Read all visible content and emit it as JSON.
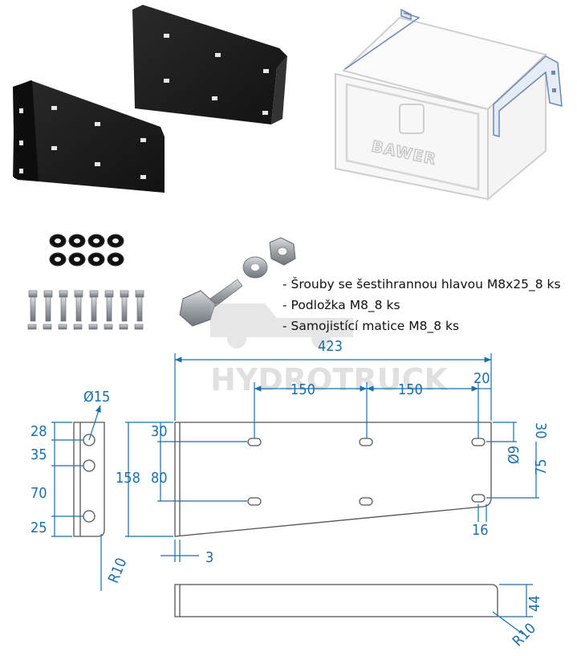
{
  "watermark": "HYDROTRUCK",
  "box_logo": "BAWER",
  "hardware_notes": [
    "- Šrouby se šestihrannou hlavou M8x25_8 ks",
    "- Podložka M8_8 ks",
    "- Samojistící matice M8_8 ks"
  ],
  "dimensions": {
    "overall_length": "423",
    "hole_spacing_1": "150",
    "hole_spacing_2": "150",
    "end_offset": "20",
    "hole_diameter_side": "Ø15",
    "side_28": "28",
    "side_35": "35",
    "side_70": "70",
    "side_25": "25",
    "side_radius": "R10",
    "height_158": "158",
    "top_30_left": "30",
    "spacing_80": "80",
    "top_30_right": "30",
    "height_75": "75",
    "slot_diameter": "Ø9",
    "slot_16": "16",
    "thickness_3": "3",
    "flange_44": "44",
    "bottom_radius": "R10"
  },
  "colors": {
    "dimension": "#1a6fae",
    "bracket": "#1c1c1c",
    "outline": "#555555"
  }
}
